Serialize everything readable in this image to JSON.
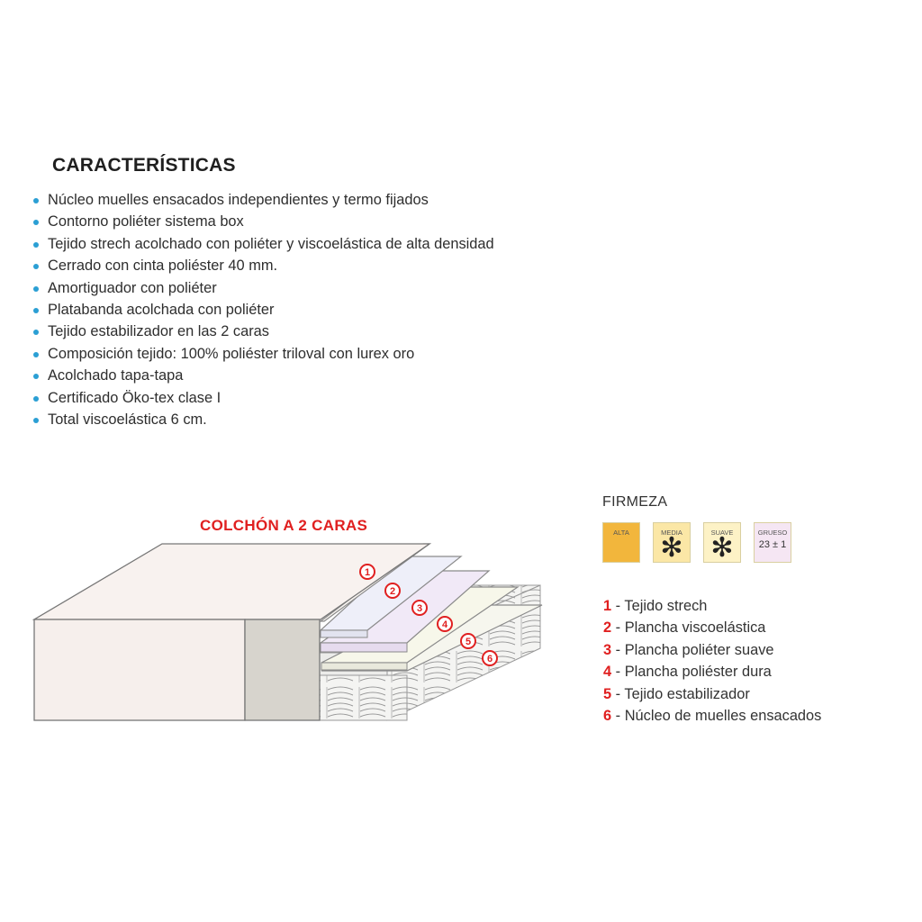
{
  "features": {
    "title": "CARACTERÍSTICAS",
    "items": [
      "Núcleo muelles ensacados independientes y termo fijados",
      "Contorno poliéter sistema box",
      "Tejido strech acolchado con poliéter y viscoelástica de alta densidad",
      "Cerrado con cinta poliéster 40 mm.",
      "Amortiguador con poliéter",
      "Platabanda acolchada con poliéter",
      "Tejido estabilizador en las 2 caras",
      "Composición tejido: 100% poliéster triloval con lurex oro",
      "Acolchado tapa-tapa",
      "Certificado Öko-tex clase I",
      "Total viscoelástica 6 cm."
    ]
  },
  "diagram": {
    "title": "COLCHÓN A 2 CARAS",
    "markers": [
      "1",
      "2",
      "3",
      "4",
      "5",
      "6"
    ]
  },
  "firmness": {
    "title": "FIRMEZA",
    "chips": [
      {
        "label": "ALTA",
        "color": "#f2b63c",
        "symbol": "",
        "value": ""
      },
      {
        "label": "MEDIA",
        "color": "#fbe7a6",
        "symbol": "✻",
        "value": ""
      },
      {
        "label": "SUAVE",
        "color": "#fdf2c6",
        "symbol": "✻",
        "value": ""
      },
      {
        "label": "GRUESO",
        "color": "#f5e6f3",
        "symbol": "",
        "value": "23 ± 1"
      }
    ]
  },
  "legend": [
    {
      "num": "1",
      "text": " - Tejido strech"
    },
    {
      "num": "2",
      "text": " - Plancha viscoelástica"
    },
    {
      "num": "3",
      "text": " - Plancha poliéter suave"
    },
    {
      "num": "4",
      "text": " - Plancha poliéster dura"
    },
    {
      "num": "5",
      "text": " - Tejido estabilizador"
    },
    {
      "num": "6",
      "text": " - Núcleo de muelles ensacados"
    }
  ],
  "colors": {
    "accent": "#e02020",
    "bullet": "#2b9fd4"
  }
}
